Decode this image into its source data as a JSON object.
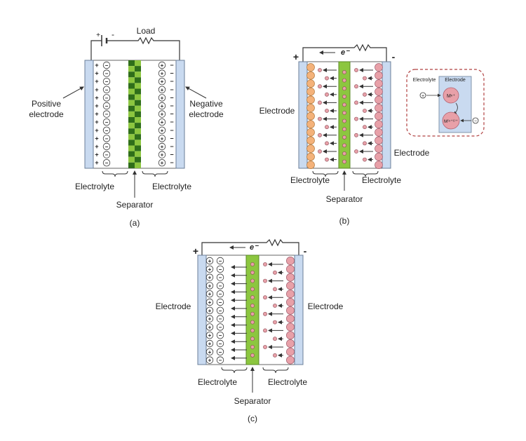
{
  "colors": {
    "electrode_fill": "#c9daf0",
    "electrode_stroke": "#6b7f99",
    "separator_green": "#8cc63f",
    "separator_dark": "#2f6e1a",
    "cation_fill": "#e8a0a8",
    "anion_fill": "#f4b27a",
    "line": "#333333",
    "inset_border": "#b04040"
  },
  "panel_a": {
    "caption": "(a)",
    "load_label": "Load",
    "battery_plus": "+",
    "battery_minus": "-",
    "left_label_line1": "Positive",
    "left_label_line2": "electrode",
    "right_label_line1": "Negative",
    "right_label_line2": "electrode",
    "electrolyte_left": "Electrolyte",
    "electrolyte_right": "Electrolyte",
    "separator": "Separator",
    "plus_sign": "+",
    "minus_sign": "−"
  },
  "panel_b": {
    "caption": "(b)",
    "plus_terminal": "+",
    "minus_terminal": "-",
    "electron_label": "e⁻",
    "electrode_left": "Electrode",
    "electrode_right": "Electrode",
    "electrolyte_left": "Electrolyte",
    "electrolyte_right": "Electrolyte",
    "separator": "Separator",
    "inset": {
      "electrolyte": "Electrolyte",
      "electrode": "Electrode",
      "cation_plus": "+",
      "anion_minus": "−",
      "species_top": "Mⁿ⁺",
      "species_bottom": "M⁽ⁿ⁺¹⁾⁺"
    }
  },
  "panel_c": {
    "caption": "(c)",
    "plus_terminal": "+",
    "minus_terminal": "-",
    "electron_label": "e⁻",
    "electrode_left": "Electrode",
    "electrode_right": "Electrode",
    "electrolyte_left": "Electrolyte",
    "electrolyte_right": "Electrolyte",
    "separator": "Separator",
    "plus_sign": "+",
    "minus_sign": "−"
  }
}
